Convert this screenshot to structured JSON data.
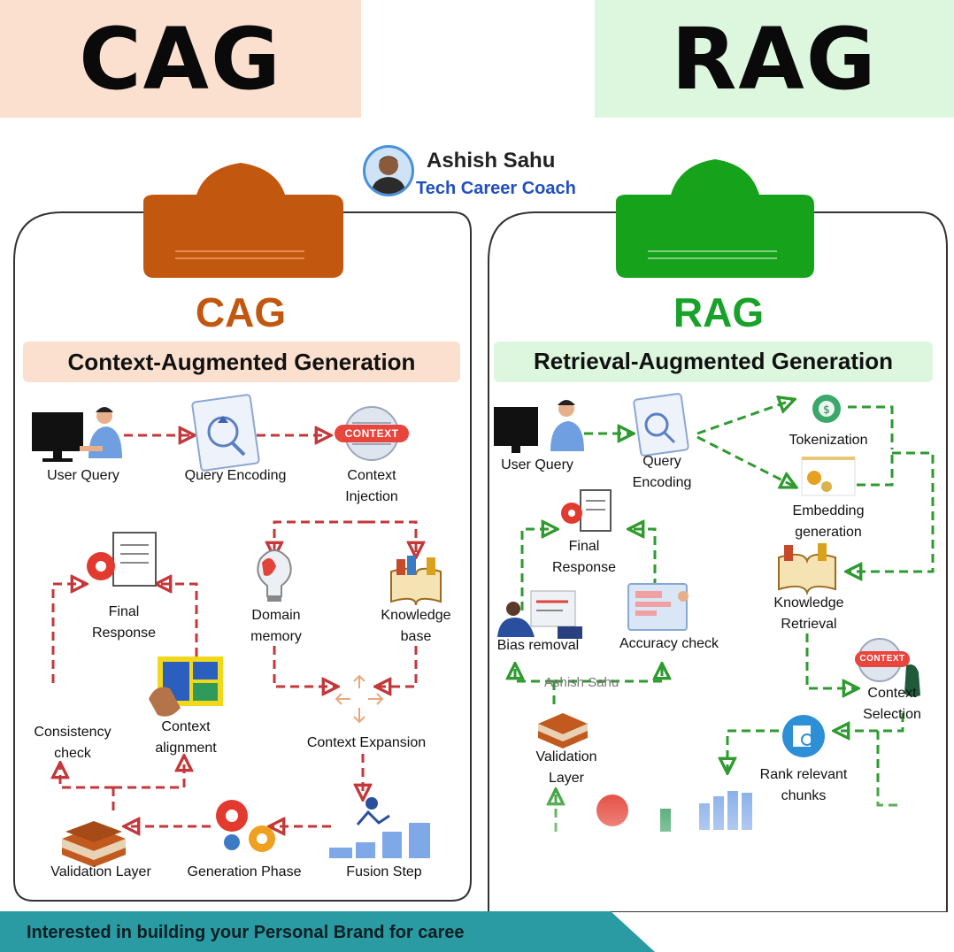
{
  "header": {
    "cag": "CAG",
    "rag": "RAG"
  },
  "author": {
    "name": "Ashish Sahu",
    "role": "Tech Career Coach"
  },
  "cag": {
    "title": "CAG",
    "subtitle": "Context-Augmented Generation",
    "context_badge": "CONTEXT",
    "labels": {
      "user_query": "User Query",
      "query_encoding": "Query Encoding",
      "context_injection": "Context\nInjection",
      "final_response": "Final\nResponse",
      "domain_memory": "Domain\nmemory",
      "knowledge_base": "Knowledge\nbase",
      "consistency_check": "Consistency\ncheck",
      "context_alignment": "Context\nalignment",
      "context_expansion": "Context Expansion",
      "validation_layer": "Validation Layer",
      "generation_phase": "Generation Phase",
      "fusion_step": "Fusion Step"
    }
  },
  "rag": {
    "title": "RAG",
    "subtitle": "Retrieval-Augmented Generation",
    "context_badge": "CONTEXT",
    "labels": {
      "user_query": "User Query",
      "query_encoding": "Query\nEncoding",
      "tokenization": "Tokenization",
      "embedding_generation": "Embedding\ngeneration",
      "final_response": "Final\nResponse",
      "knowledge_retrieval": "Knowledge\nRetrieval",
      "bias_removal": "Bias removal",
      "accuracy_check": "Accuracy check",
      "context_selection": "Context\nSelection",
      "validation_layer": "Validation\nLayer",
      "rank_relevant_chunks": "Rank relevant\nchunks"
    }
  },
  "watermark": "Ashish Sahu",
  "banner": "Interested in building your Personal Brand for caree",
  "colors": {
    "cag_accent": "#c2570f",
    "rag_accent": "#18a22a",
    "cag_arrow": "#c4373a",
    "rag_arrow": "#2f9a2f",
    "author_role": "#1f4fc2",
    "banner": "#2a9aa3"
  }
}
